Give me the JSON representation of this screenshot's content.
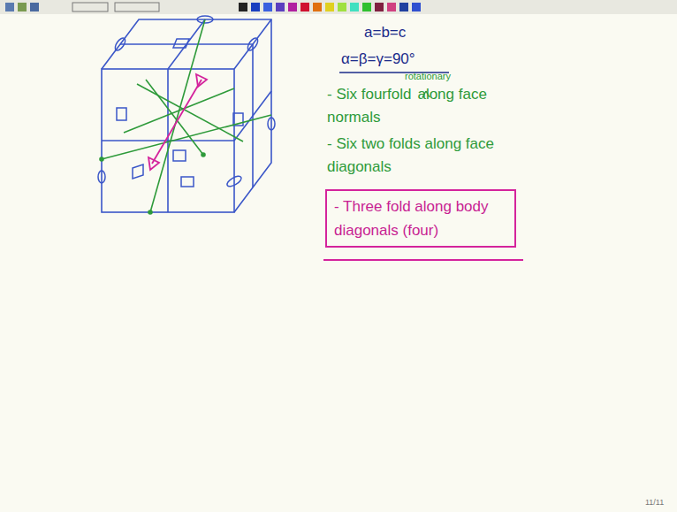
{
  "diagram": {
    "nodes": [
      {
        "text": [
          "- Three fold along body diagonals (four)"
        ]
      }
    ],
    "labels": [
      "a=b=c",
      "α=β=γ=90°",
      "rotationary",
      "- Six fourfold",
      "along face normals",
      "- Six two folds along face diagonals",
      "11/11"
    ]
  }
}
